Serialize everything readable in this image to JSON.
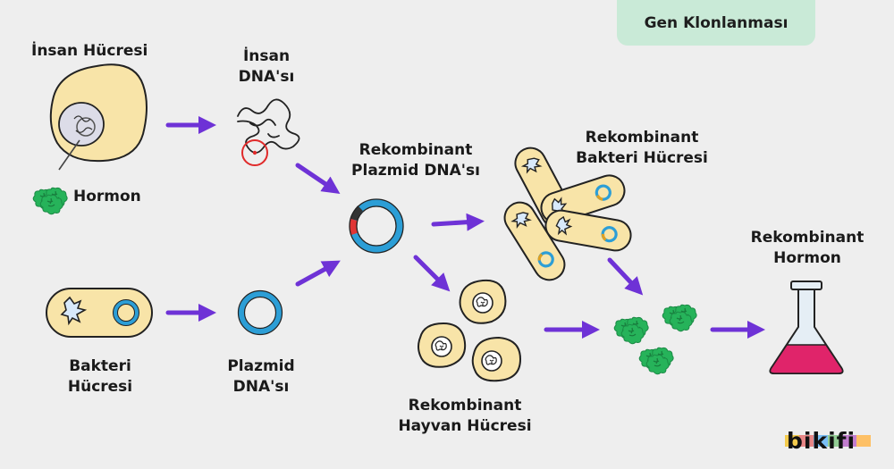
{
  "title": "Gen Klonlanması",
  "labels": {
    "human_cell": "İnsan Hücresi",
    "human_dna_1": "İnsan",
    "human_dna_2": "DNA'sı",
    "hormone": "Hormon",
    "bacteria_1": "Bakteri",
    "bacteria_2": "Hücresi",
    "plasmid_1": "Plazmid",
    "plasmid_2": "DNA'sı",
    "recomb_plasmid_1": "Rekombinant",
    "recomb_plasmid_2": "Plazmid DNA'sı",
    "recomb_bacteria_1": "Rekombinant",
    "recomb_bacteria_2": "Bakteri Hücresi",
    "recomb_animal_1": "Rekombinant",
    "recomb_animal_2": "Hayvan Hücresi",
    "recomb_hormone_1": "Rekombinant",
    "recomb_hormone_2": "Hormon"
  },
  "logo": "bikifi",
  "colors": {
    "background": "#eeeeee",
    "title_badge": "#c9ead7",
    "cell_fill": "#f8e4a8",
    "arrow": "#6e32d6",
    "plasmid": "#2c9ed6",
    "hormone": "#26b35a",
    "flask_liquid": "#e0246a"
  }
}
